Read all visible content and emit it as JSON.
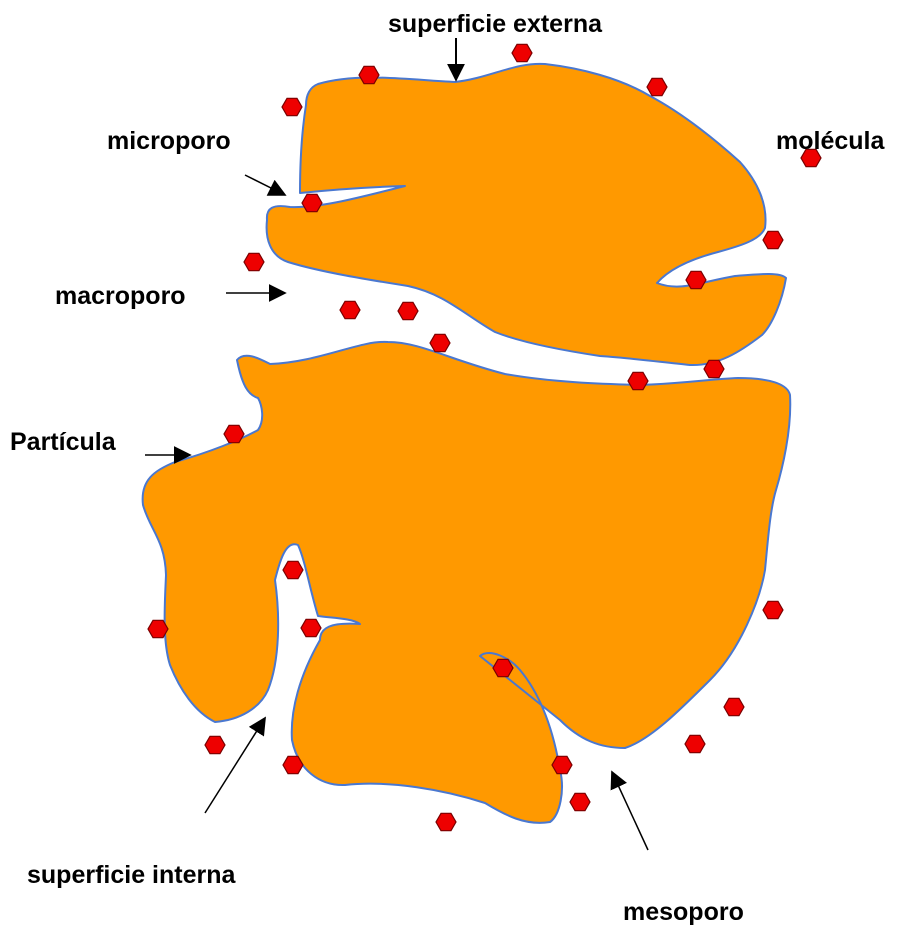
{
  "labels": {
    "superficie_externa": "superficie externa",
    "microporo": "microporo",
    "molecula": "molécula",
    "macroporo": "macroporo",
    "particula": "Partícula",
    "superficie_interna": "superficie interna",
    "mesoporo": "mesoporo"
  },
  "colors": {
    "particle_fill": "#FF9900",
    "particle_outline": "#4A78D0",
    "molecule_fill": "#EE0000",
    "molecule_outline": "#7A0000",
    "text": "#000000",
    "arrow": "#000000"
  }
}
